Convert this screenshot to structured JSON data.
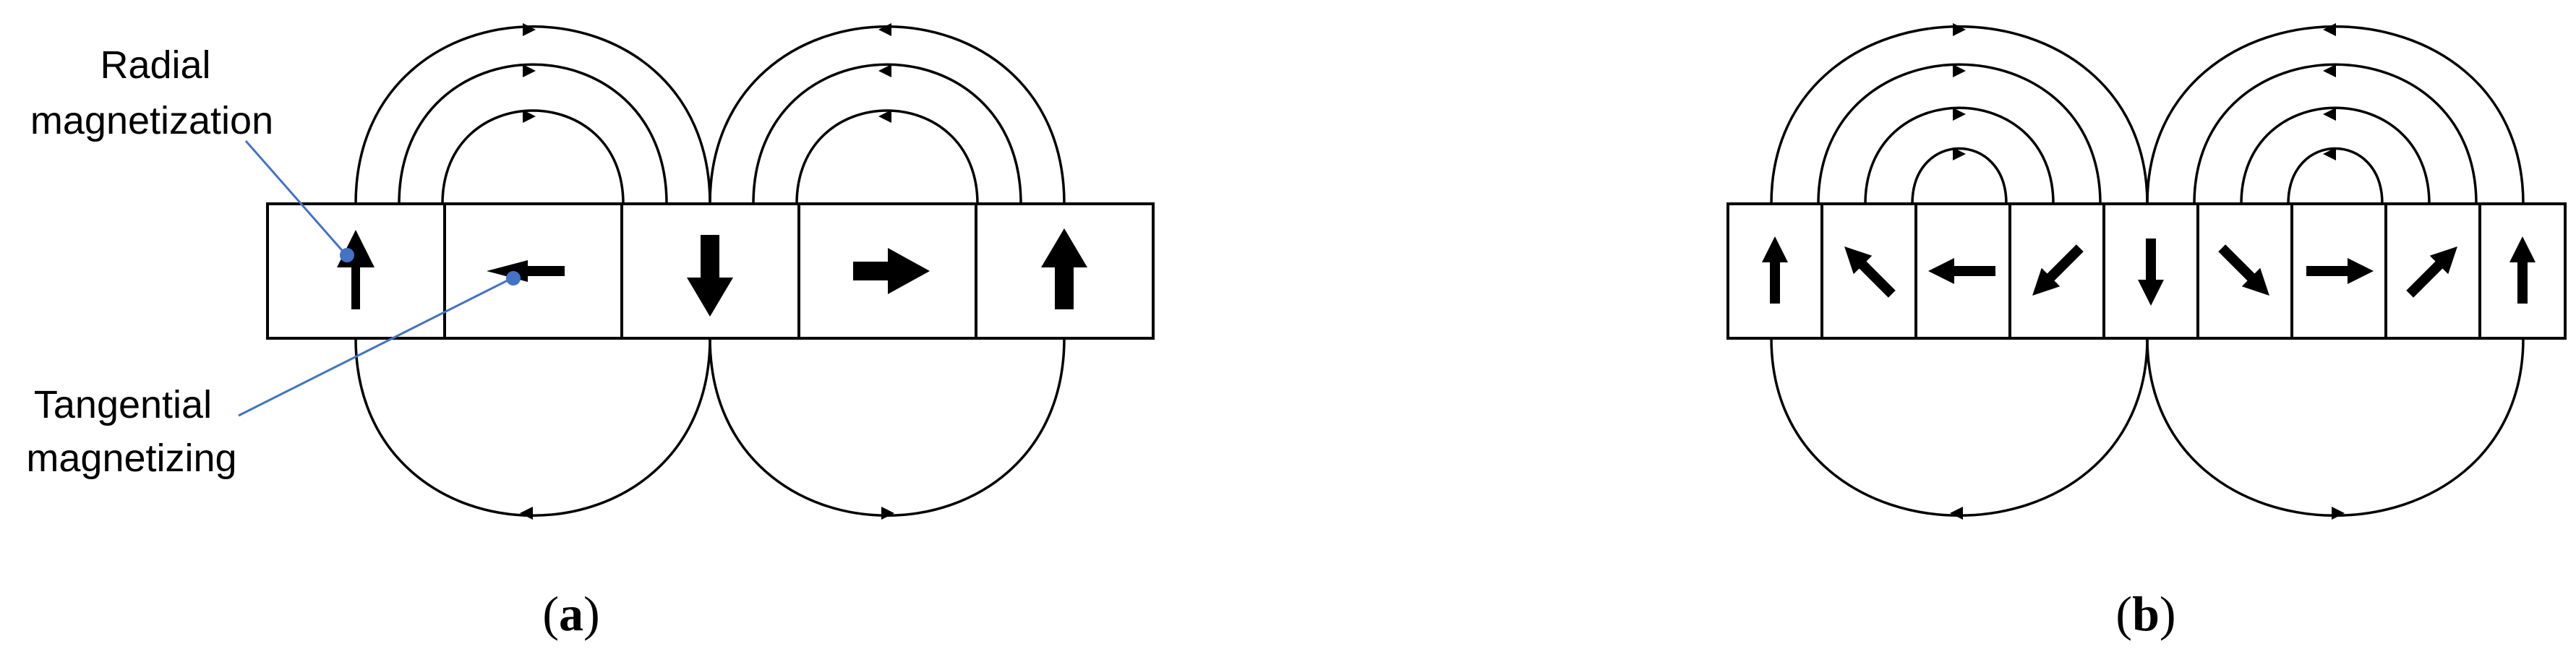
{
  "colors": {
    "stroke": "#000000",
    "arrow": "#000000",
    "pointer": "#4472C4"
  },
  "panel_a": {
    "label_radial_1": "Radial",
    "label_radial_2": "magnetization",
    "label_tangential_1": "Tangential",
    "label_tangential_2": "magnetizing",
    "caption_open": "(",
    "caption_letter": "a",
    "caption_close": ")",
    "segments": [
      {
        "direction": "up",
        "style": "radial"
      },
      {
        "direction": "left",
        "style": "tangential"
      },
      {
        "direction": "down",
        "style": "radial"
      },
      {
        "direction": "right",
        "style": "tangential"
      },
      {
        "direction": "up",
        "style": "radial"
      }
    ]
  },
  "panel_b": {
    "caption_open": "(",
    "caption_letter": "b",
    "caption_close": ")",
    "segments": [
      {
        "direction": "up"
      },
      {
        "direction": "up-left"
      },
      {
        "direction": "left"
      },
      {
        "direction": "down-left"
      },
      {
        "direction": "down"
      },
      {
        "direction": "down-right"
      },
      {
        "direction": "right"
      },
      {
        "direction": "up-right"
      },
      {
        "direction": "up"
      }
    ]
  }
}
